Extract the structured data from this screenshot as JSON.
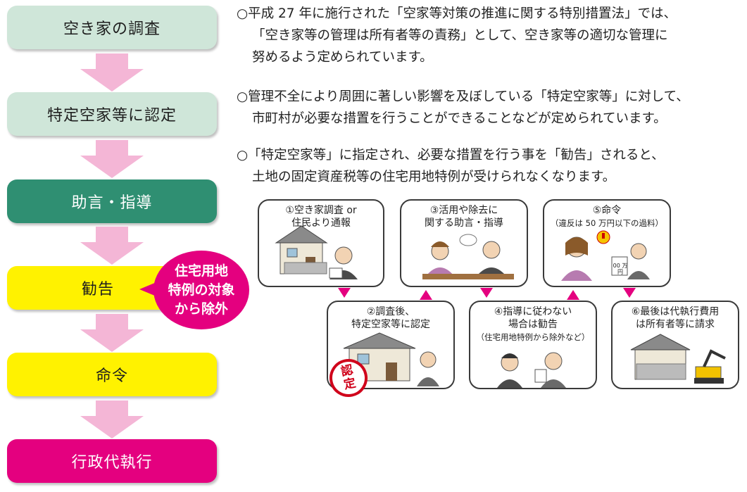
{
  "flow": {
    "steps": [
      {
        "label": "空き家の調査"
      },
      {
        "label": "特定空家等に認定"
      },
      {
        "label": "助言・指導"
      },
      {
        "label": "勧告"
      },
      {
        "label": "命令"
      },
      {
        "label": "行政代執行"
      }
    ],
    "exclusion_lines": [
      "住宅用地",
      "特例の対象",
      "から除外"
    ],
    "colors": {
      "pale": "#cfe6d9",
      "teal": "#2f8f72",
      "yellow": "#fff200",
      "magenta": "#e4007f",
      "arrow": "#f4b6d6"
    }
  },
  "paragraphs": [
    {
      "lines": [
        "○平成 27 年に施行された「空家等対策の推進に関する特別措置法」では、",
        "「空き家等の管理は所有者等の責務」として、空き家等の適切な管理に",
        "努めるよう定められています。"
      ]
    },
    {
      "lines": [
        "○管理不全により周囲に著しい影響を及ぼしている「特定空家等」に対して、",
        "市町村が必要な措置を行うことができることなどが定められています。"
      ]
    },
    {
      "lines": [
        "○「特定空家等」に指定され、必要な措置を行う事を「勧告」されると、",
        "土地の固定資産税等の住宅用地特例が受けられなくなります。"
      ]
    }
  ],
  "steps": {
    "s1": {
      "line1": "①空き家調査 or",
      "line2": "住民より通報"
    },
    "s2": {
      "line1": "②調査後、",
      "line2": "特定空家等に認定"
    },
    "s3": {
      "line1": "③活用や除去に",
      "line2": "関する助言・指導"
    },
    "s4": {
      "line1": "④指導に従わない",
      "line2": "場合は勧告",
      "line3": "（住宅用地特例から除外など）"
    },
    "s5": {
      "line1": "⑤命令",
      "line2": "（違反は 50 万円以下の過料）",
      "doc_text": "00 万円"
    },
    "s6": {
      "line1": "⑥最後は代執行費用",
      "line2": "は所有者等に請求"
    }
  },
  "stamp": {
    "text1": "認",
    "text2": "定"
  }
}
